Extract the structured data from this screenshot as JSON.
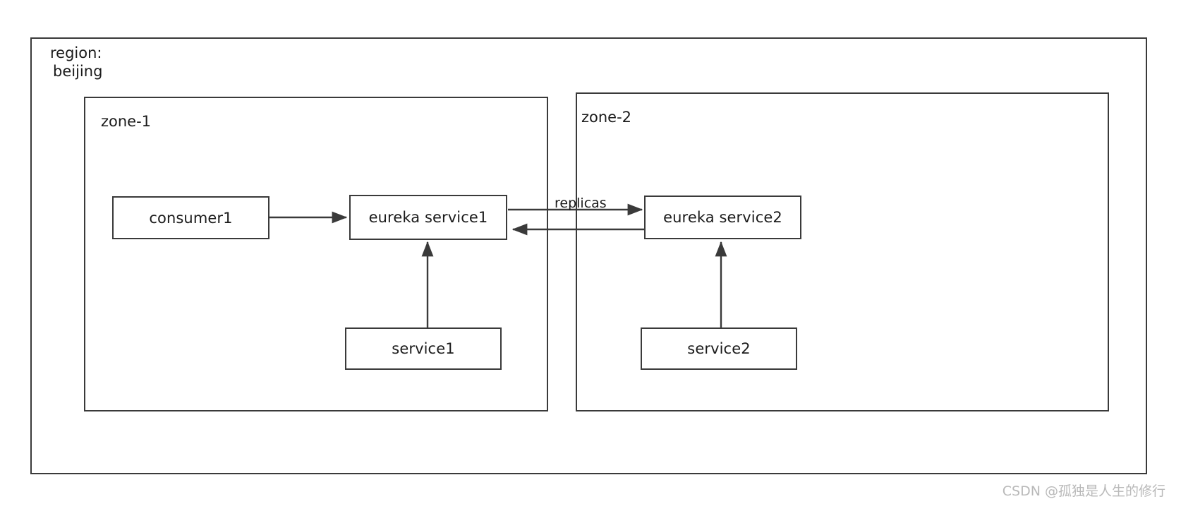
{
  "diagram": {
    "type": "architecture-diagram",
    "region": {
      "label": "region:\n beijing",
      "label_line1": "region:",
      "label_line2": "beijing"
    },
    "zones": [
      {
        "id": "zone-1",
        "label": "zone-1"
      },
      {
        "id": "zone-2",
        "label": "zone-2"
      }
    ],
    "nodes": [
      {
        "id": "consumer1",
        "label": "consumer1",
        "zone": "zone-1"
      },
      {
        "id": "eureka-service1",
        "label": "eureka service1",
        "zone": "zone-1"
      },
      {
        "id": "service1",
        "label": "service1",
        "zone": "zone-1"
      },
      {
        "id": "eureka-service2",
        "label": "eureka service2",
        "zone": "zone-2"
      },
      {
        "id": "service2",
        "label": "service2",
        "zone": "zone-2"
      }
    ],
    "edges": [
      {
        "from": "consumer1",
        "to": "eureka-service1",
        "label": ""
      },
      {
        "from": "eureka-service1",
        "to": "eureka-service2",
        "label": "replicas"
      },
      {
        "from": "eureka-service2",
        "to": "eureka-service1",
        "label": ""
      },
      {
        "from": "service1",
        "to": "eureka-service1",
        "label": ""
      },
      {
        "from": "service2",
        "to": "eureka-service2",
        "label": ""
      }
    ],
    "edge_labels": {
      "replicas": "replicas"
    },
    "colors": {
      "stroke": "#3a3a3a",
      "text": "#1b1b1b",
      "background": "#ffffff",
      "watermark": "#b9b9b9"
    }
  },
  "watermark": {
    "text": "CSDN @孤独是人生的修行"
  }
}
